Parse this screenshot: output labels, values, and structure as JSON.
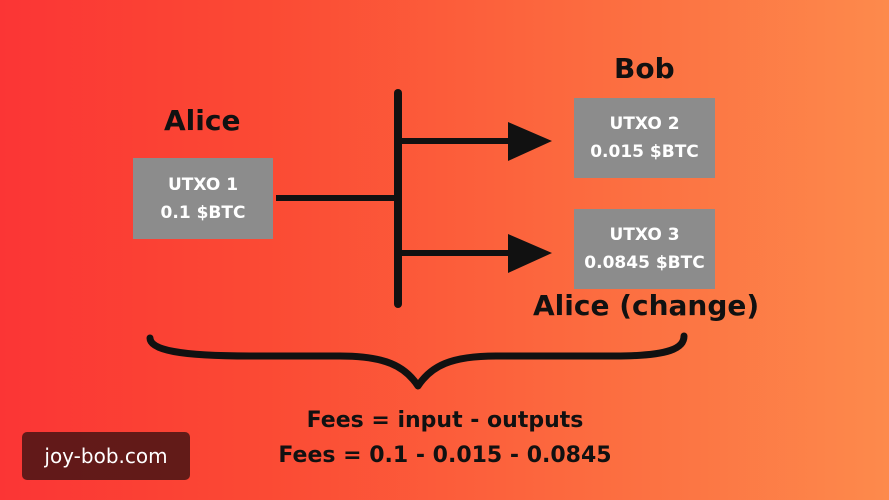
{
  "diagram": {
    "sender_label": "Alice",
    "receiver_label": "Bob",
    "change_label": "Alice (change)",
    "input": {
      "id": "UTXO 1",
      "amount": "0.1 $BTC"
    },
    "outputs": [
      {
        "id": "UTXO 2",
        "amount": "0.015 $BTC"
      },
      {
        "id": "UTXO 3",
        "amount": "0.0845 $BTC"
      }
    ],
    "fees_formula": "Fees = input - outputs",
    "fees_calc": "Fees = 0.1 - 0.015 - 0.0845"
  },
  "watermark": "joy-bob.com",
  "colors": {
    "gradient_left": "#fb3535",
    "gradient_right": "#fd8a4c",
    "box": "#8c8c8c",
    "lines": "#111111"
  }
}
